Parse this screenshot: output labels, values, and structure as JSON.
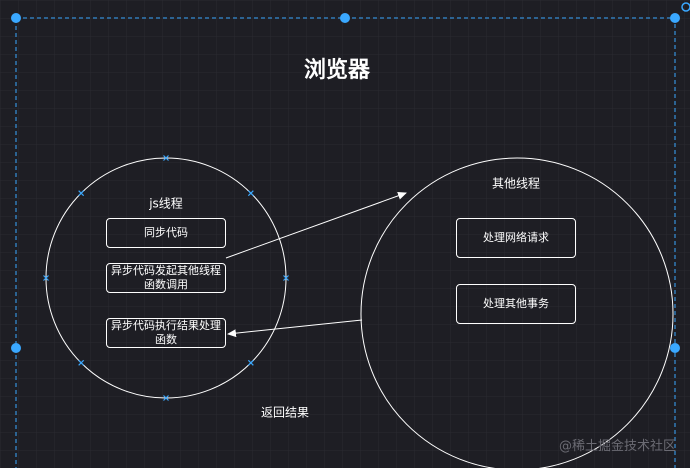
{
  "diagram": {
    "title": "浏览器",
    "js_thread": {
      "label": "js线程",
      "boxes": [
        "同步代码",
        "异步代码发起其他线程函数调用",
        "异步代码执行结果处理函数"
      ]
    },
    "other_thread": {
      "label": "其他线程",
      "boxes": [
        "处理网络请求",
        "处理其他事务"
      ]
    },
    "return_label": "返回结果"
  },
  "watermark": "@稀土掘金技术社区",
  "colors": {
    "background": "#1e1e24",
    "grid": "#2c2c33",
    "stroke": "#ffffff",
    "selection": "#3aa8ff"
  }
}
